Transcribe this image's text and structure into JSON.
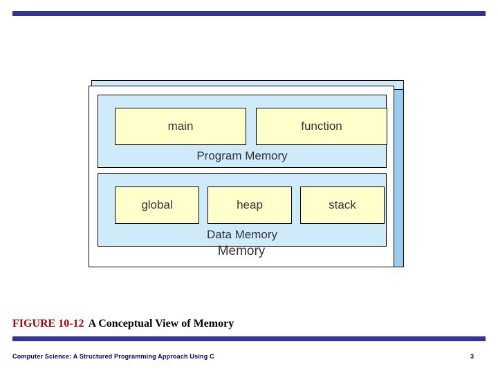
{
  "slide": {
    "accent_color": "#333399",
    "diagram": {
      "outer_label": "Memory",
      "bands": [
        {
          "label": "Program Memory",
          "cells": [
            "main",
            "function"
          ]
        },
        {
          "label": "Data Memory",
          "cells": [
            "global",
            "heap",
            "stack"
          ]
        }
      ],
      "cell_color": "#ffffcc",
      "band_color": "#cfeaf9"
    },
    "caption": {
      "figure_label": "FIGURE 10-12",
      "figure_title": "A Conceptual View of Memory"
    },
    "footer": {
      "book_title": "Computer Science: A Structured Programming Approach Using C",
      "page_number": "3"
    }
  }
}
